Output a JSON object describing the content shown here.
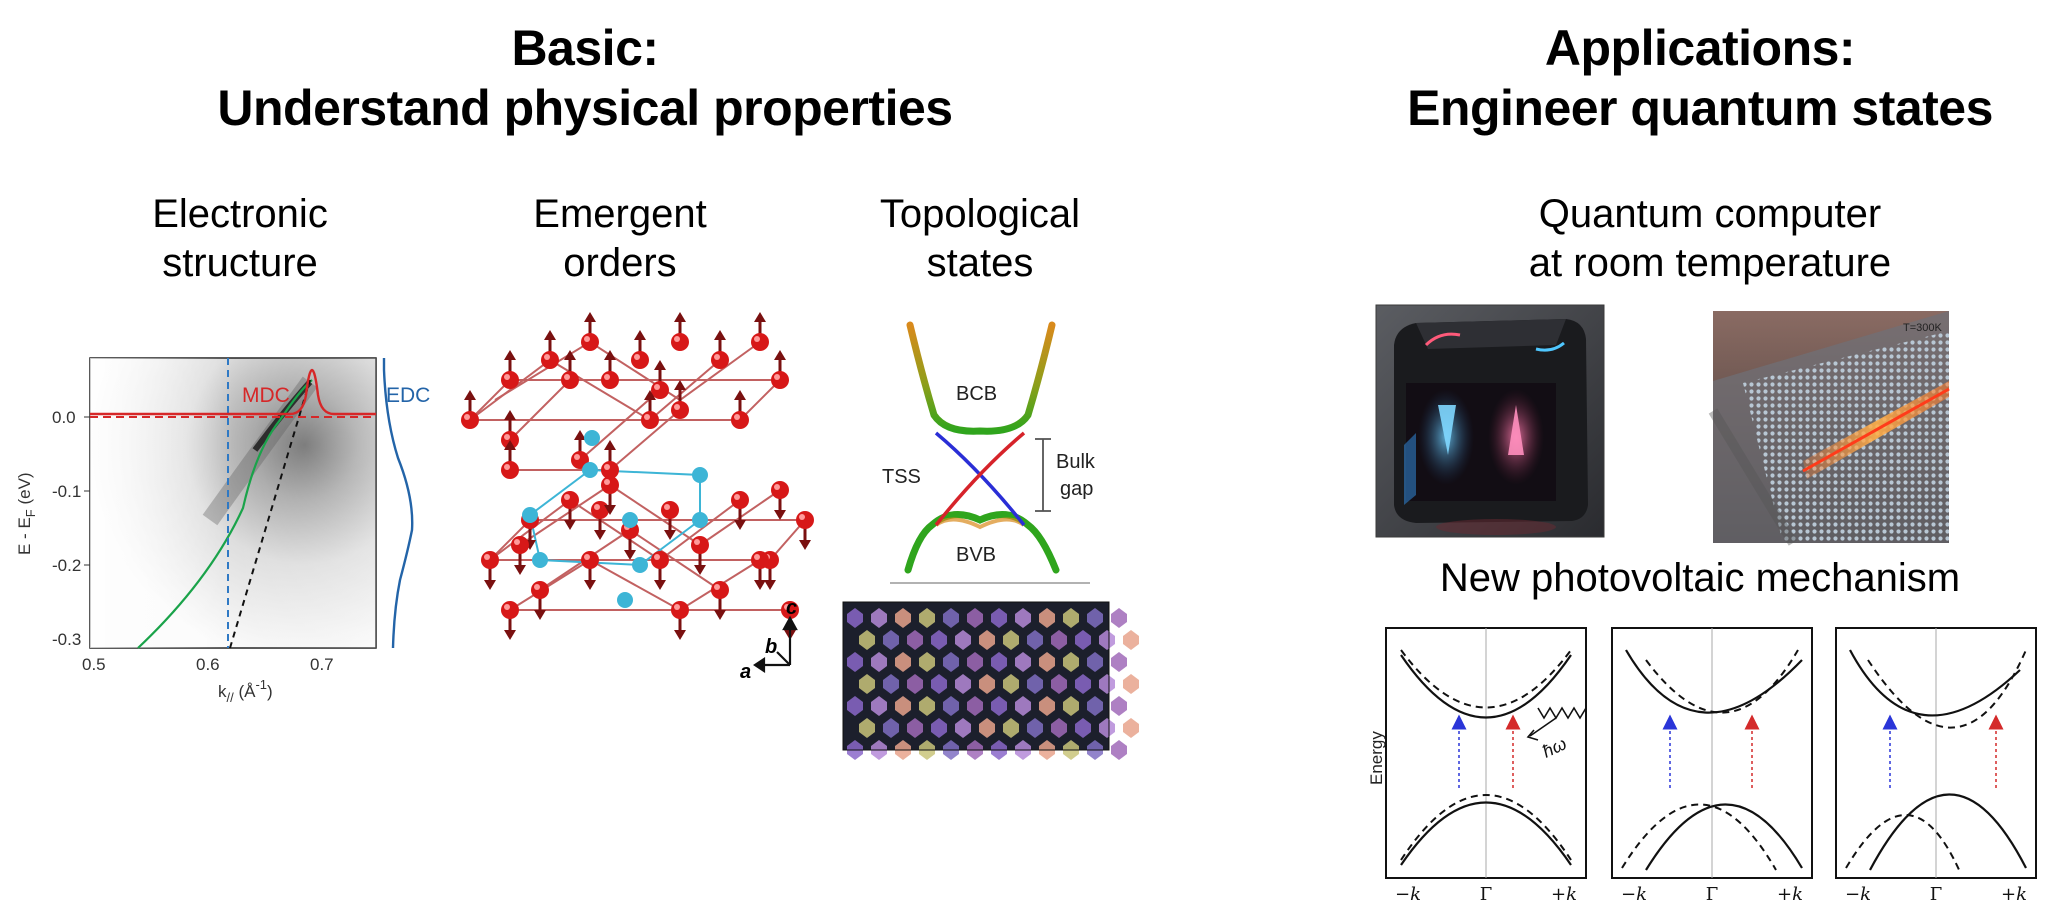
{
  "left_heading": {
    "line1": "Basic:",
    "line2": "Understand physical properties"
  },
  "right_heading": {
    "line1": "Applications:",
    "line2": "Engineer quantum states"
  },
  "panels": {
    "electronic": {
      "line1": "Electronic",
      "line2": "structure"
    },
    "emergent": {
      "line1": "Emergent",
      "line2": "orders"
    },
    "topological": {
      "line1": "Topological",
      "line2": "states"
    },
    "quantum": {
      "line1": "Quantum computer",
      "line2": "at room temperature"
    },
    "photovoltaic": {
      "title": "New photovoltaic mechanism"
    }
  },
  "arpes": {
    "mdc_label": "MDC",
    "edc_label": "EDC",
    "y_axis_label": "E - E",
    "y_axis_sub": "F",
    "y_axis_unit": " (eV)",
    "x_axis_label": "k",
    "x_axis_sub": "//",
    "x_axis_unit": " (Å",
    "x_axis_sup": "-1",
    "x_axis_close": ")",
    "x_ticks": [
      "0.5",
      "0.6",
      "0.7"
    ],
    "y_ticks": [
      "0.0",
      "-0.1",
      "-0.2",
      "-0.3"
    ],
    "colors": {
      "mdc": "#d62728",
      "edc": "#2364a8",
      "dispersion": "#1aa34a"
    }
  },
  "lattice": {
    "axis_c": "c",
    "axis_b": "b",
    "axis_a": "a",
    "colors": {
      "spin": "#d71818",
      "bond": "#b33a3a",
      "ion": "#3db5d6"
    }
  },
  "band_diagram": {
    "bcb": "BCB",
    "bvb": "BVB",
    "tss": "TSS",
    "gap_line1": "Bulk",
    "gap_line2": "gap"
  },
  "qc_image": {
    "label": "T=300K"
  },
  "energy_diagrams": {
    "ylabel": "Energy",
    "ticks": [
      "−k",
      "Γ",
      "+k"
    ],
    "photon": "ħω",
    "colors": {
      "up_arrow_blue": "#2a35d8",
      "up_arrow_red": "#d42a2a"
    }
  }
}
